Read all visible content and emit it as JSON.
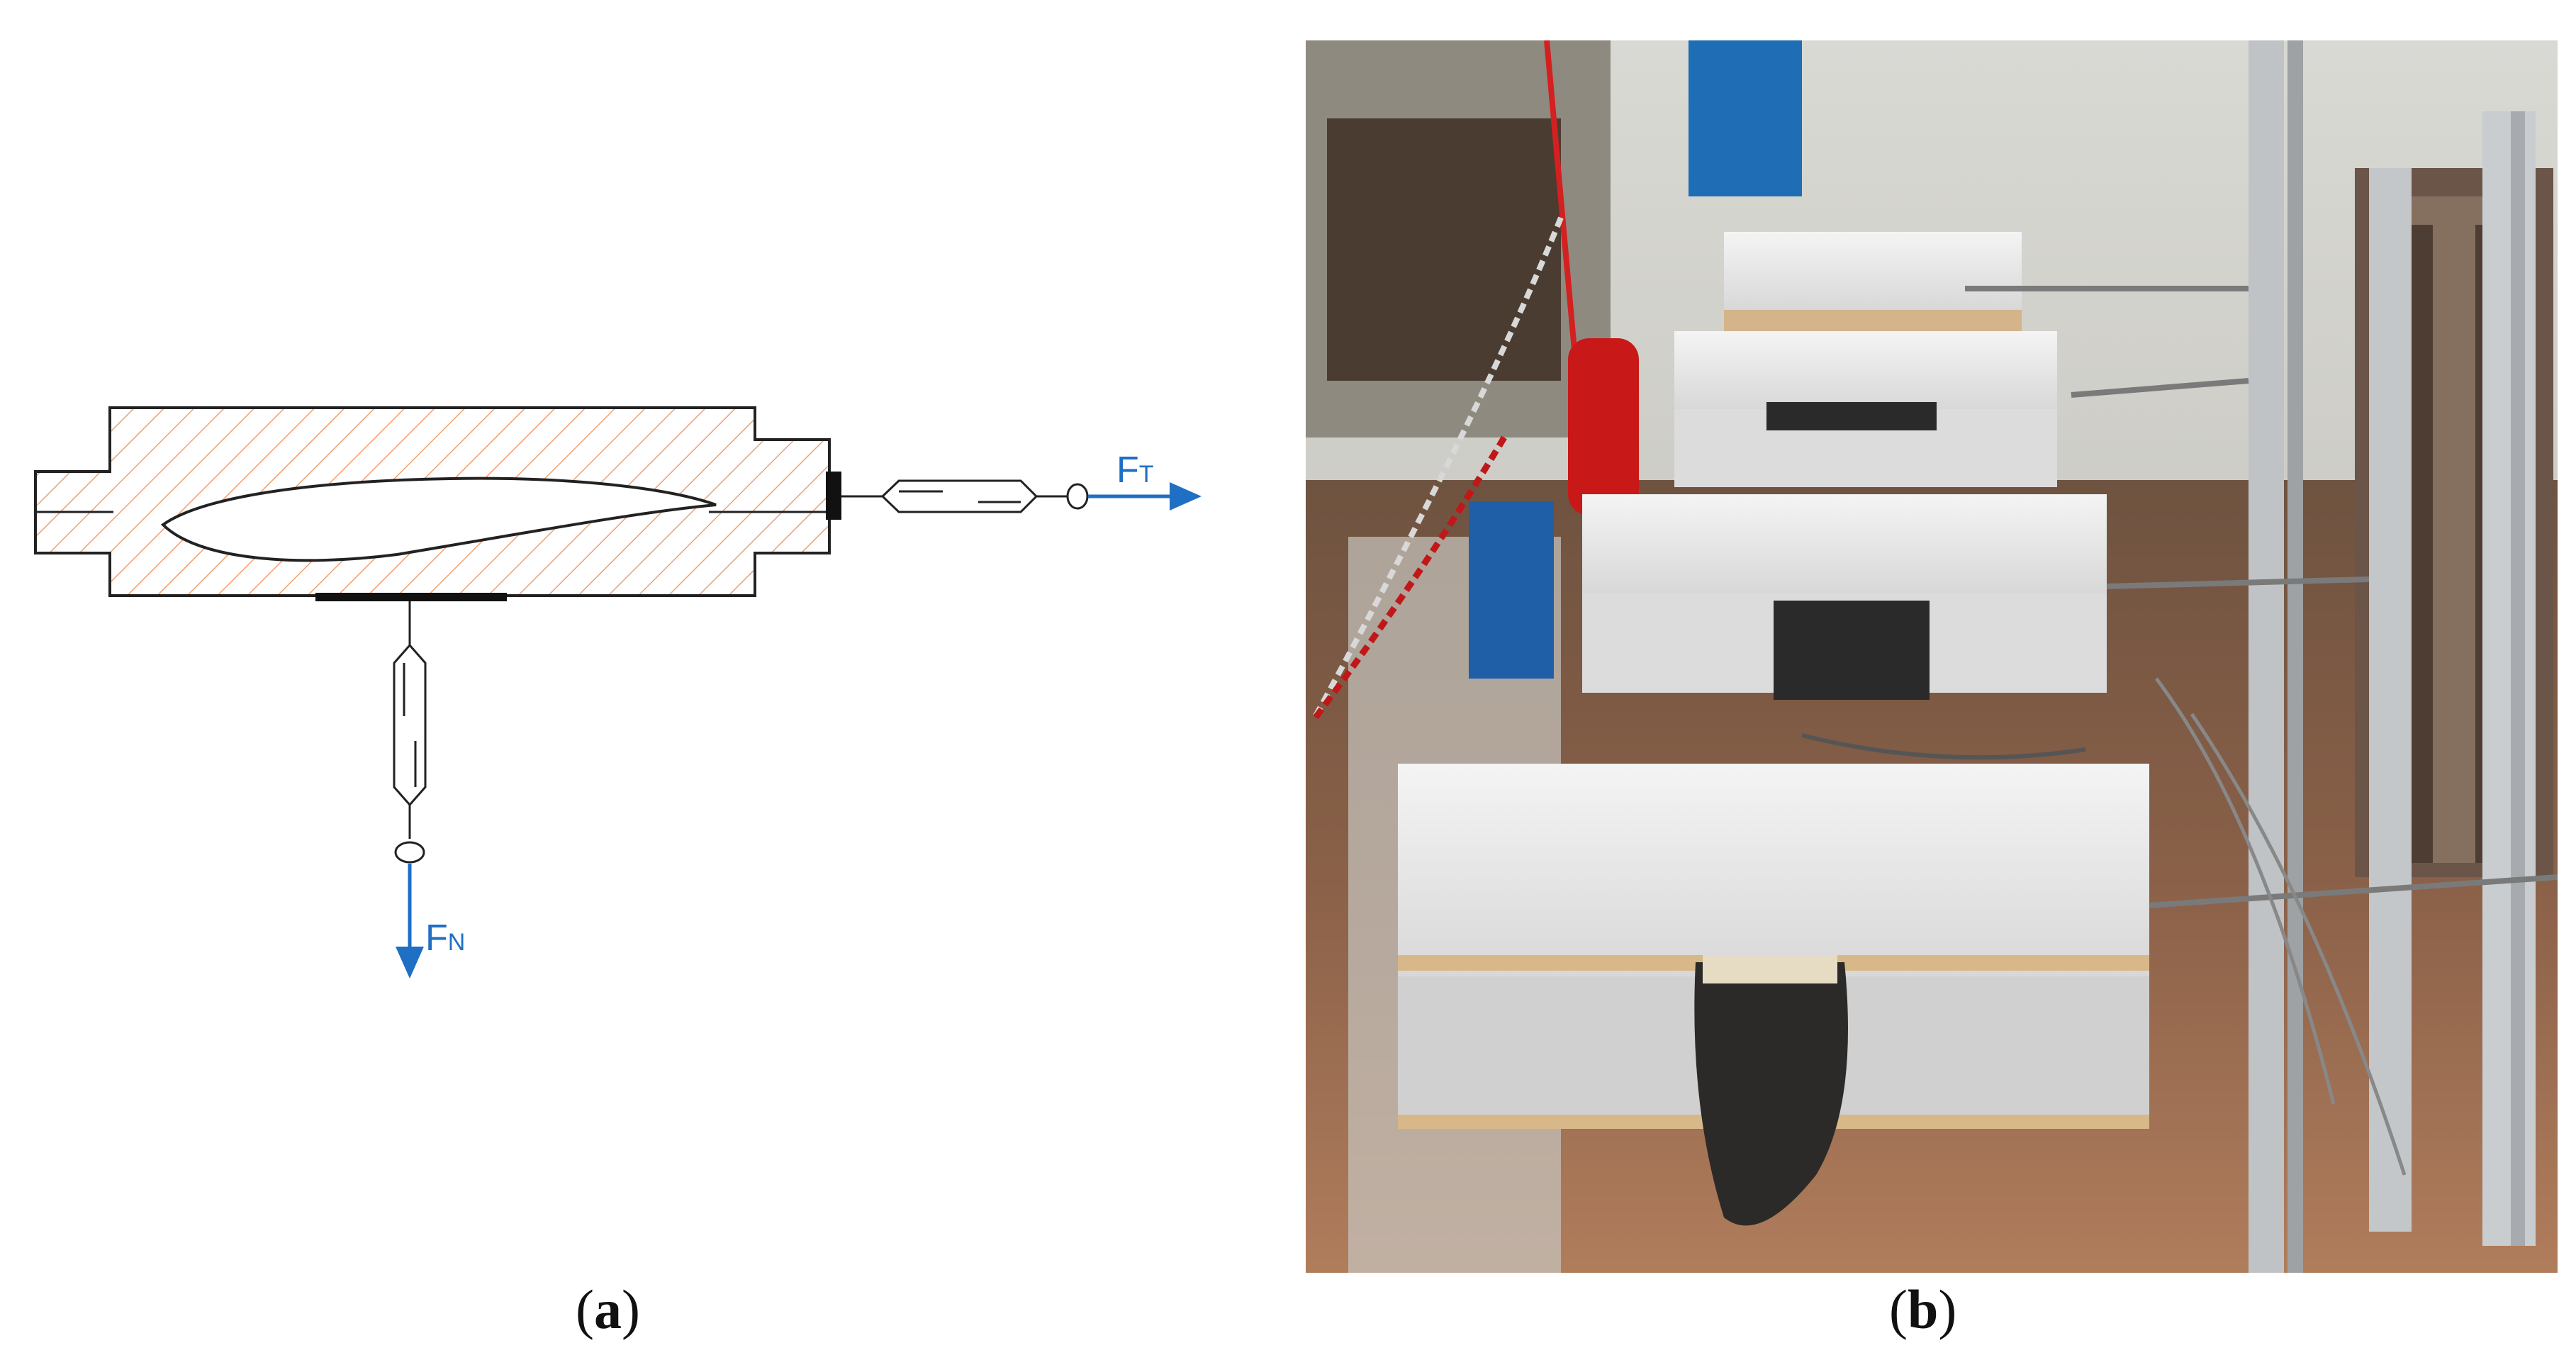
{
  "panel_a": {
    "force_tangential": {
      "main": "F",
      "sub": "T"
    },
    "force_normal": {
      "main": "F",
      "sub": "N"
    },
    "caption": {
      "open": "(",
      "letter": "a",
      "close": ")"
    }
  },
  "panel_b": {
    "caption": {
      "open": "(",
      "letter": "b",
      "close": ")"
    }
  },
  "colors": {
    "force_arrow": "#1f6fc4",
    "hatch": "#f0a070",
    "outline": "#222222"
  }
}
